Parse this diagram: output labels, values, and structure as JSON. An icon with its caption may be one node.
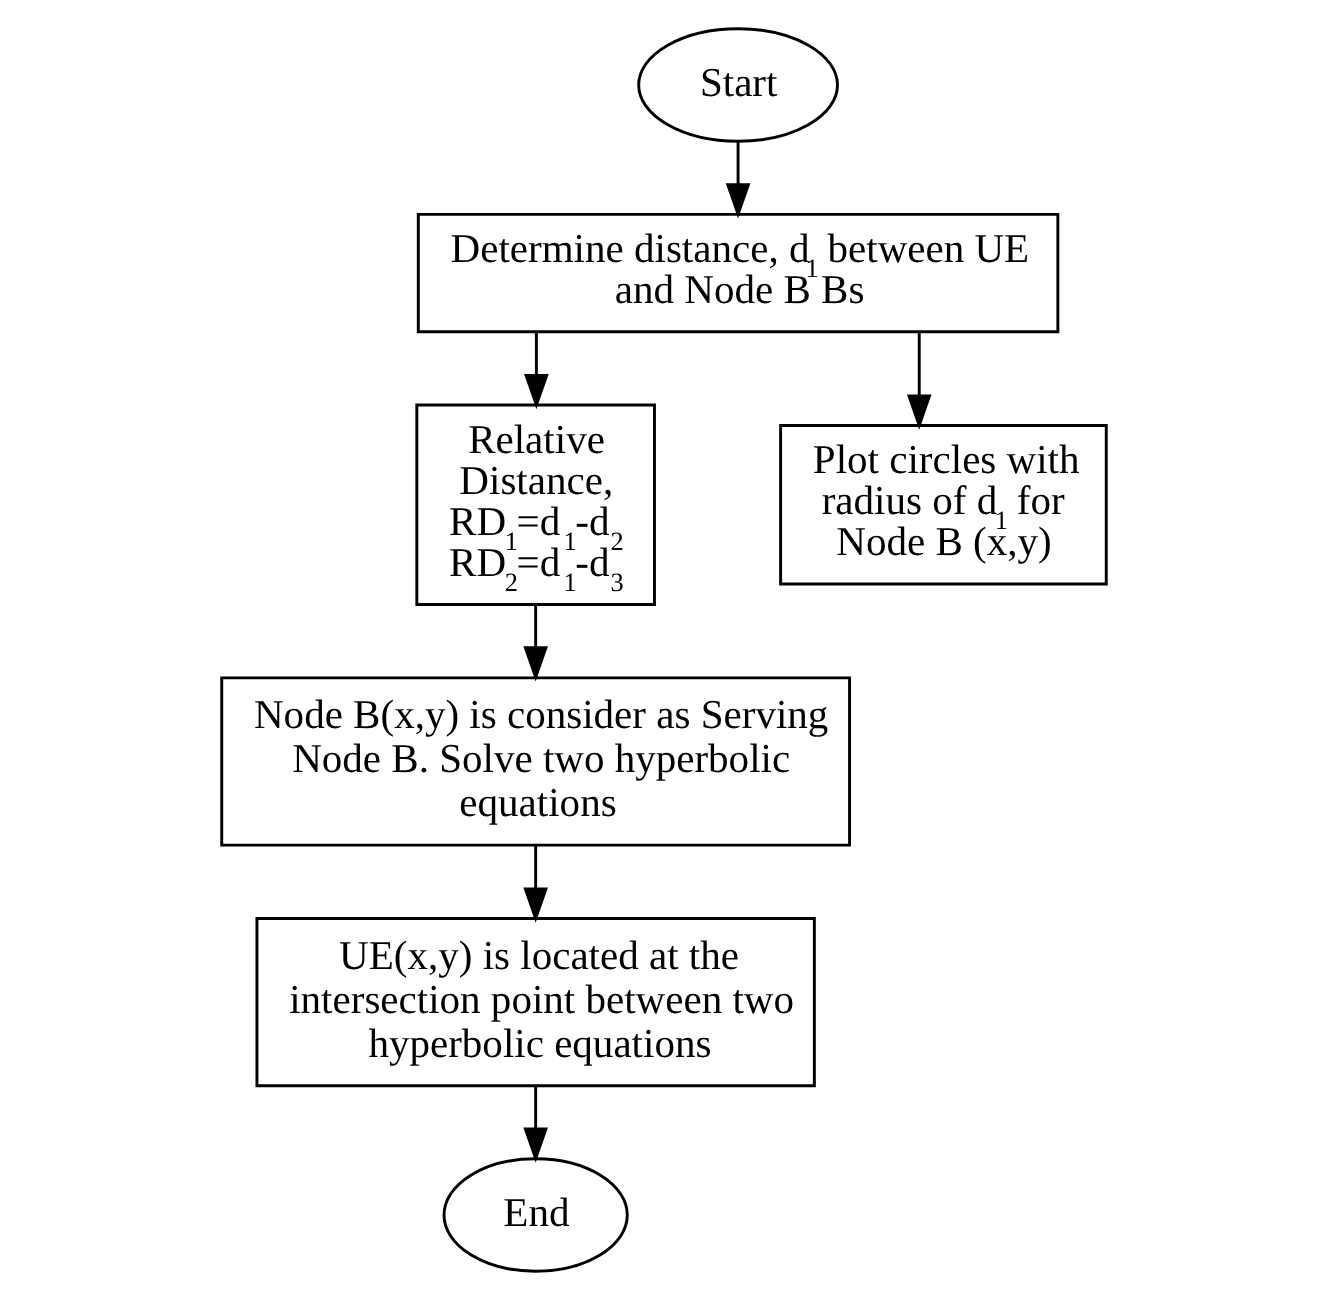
{
  "diagram": {
    "nodes": [
      {
        "text": [
          "Start"
        ]
      },
      {
        "text": [
          "Determine distance, d$_{1}$ between UE and Node B Bs"
        ]
      },
      {
        "text": [
          "Relative Distance, RD$_{1}$=d$_{1}$-d$_{2}$ RD$_{2}$=d$_{1}$-d$_{3}$"
        ]
      },
      {
        "text": [
          "Plot circles with radius of d$_{1}$ for Node B (x,y)"
        ]
      },
      {
        "text": [
          "Node B(x,y) is consider as Serving Node B. Solve two hyperbolic equations"
        ]
      },
      {
        "text": [
          "UE(x,y) is located at the intersection point between two hyperbolic equations"
        ]
      },
      {
        "text": [
          "End"
        ]
      }
    ],
    "edges": [
      {
        "from": 0,
        "to": 1,
        "arrow": "to"
      },
      {
        "from": 1,
        "to": 2,
        "arrow": "to"
      },
      {
        "from": 1,
        "to": 3,
        "arrow": "to"
      },
      {
        "from": 2,
        "to": 4,
        "arrow": "to"
      },
      {
        "from": 4,
        "to": 5,
        "arrow": "to"
      },
      {
        "from": 5,
        "to": 6,
        "arrow": "to"
      }
    ]
  }
}
